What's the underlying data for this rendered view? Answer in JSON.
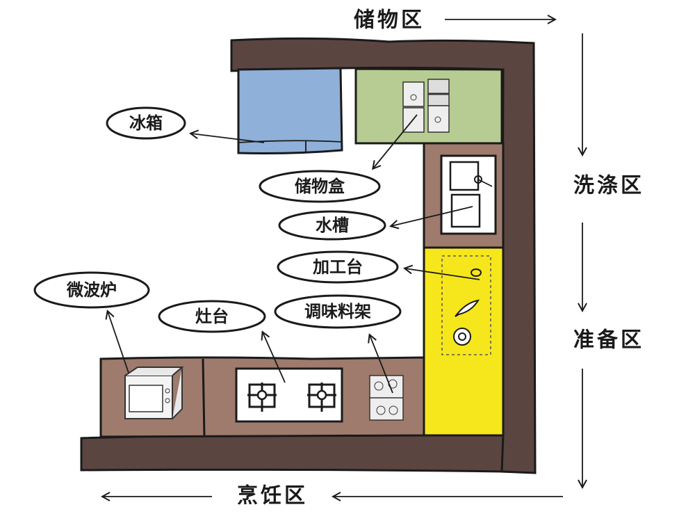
{
  "zones": {
    "storage": "储物区",
    "washing": "洗涤区",
    "preparation": "准备区",
    "cooking": "烹饪区"
  },
  "labels": {
    "fridge": "冰箱",
    "storage_box": "储物盒",
    "sink": "水槽",
    "prep_counter": "加工台",
    "microwave": "微波炉",
    "stove": "灶台",
    "spice_rack": "调味料架"
  },
  "colors": {
    "wall": "#5b4541",
    "counter": "#9e7b6c",
    "fridge": "#8fb0d8",
    "storage": "#b7cc92",
    "prep": "#f6e61c"
  }
}
